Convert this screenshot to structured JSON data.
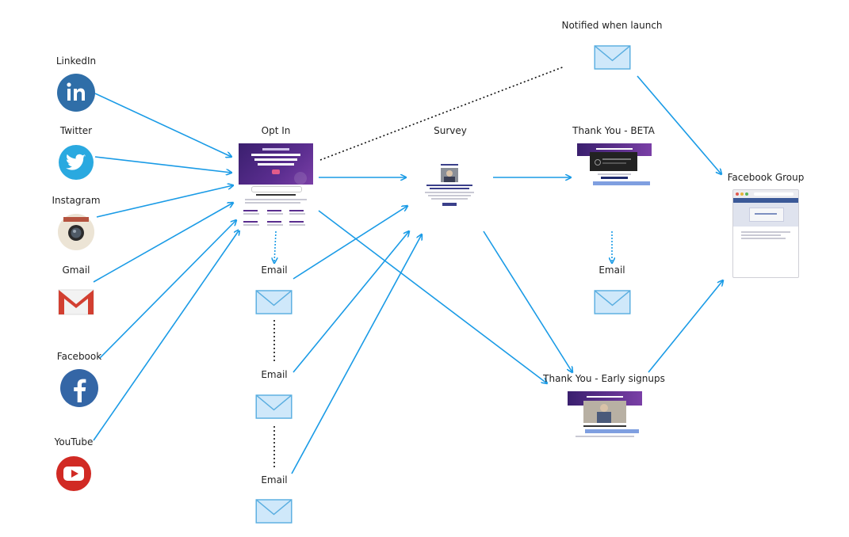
{
  "sources": {
    "linkedin": "LinkedIn",
    "twitter": "Twitter",
    "instagram": "Instagram",
    "gmail": "Gmail",
    "facebook": "Facebook",
    "youtube": "YouTube"
  },
  "pages": {
    "opt_in": "Opt In",
    "survey": "Survey",
    "thank_you_beta": "Thank You - BETA",
    "thank_you_early": "Thank You - Early signups",
    "facebook_group": "Facebook Group"
  },
  "emails": {
    "optin_email_1": "Email",
    "optin_email_2": "Email",
    "optin_email_3": "Email",
    "beta_email": "Email",
    "notified": "Notified when launch"
  },
  "colors": {
    "arrow": "#1a9be6",
    "linkedin": "#2f6ea8",
    "twitter": "#2aa9e0",
    "facebook": "#3466a6",
    "youtube": "#d12a24",
    "gmail": "#d23f31",
    "envelope_fill": "#cfe8fa",
    "envelope_stroke": "#5aaee0",
    "dark_header": "#3a1f6e"
  }
}
